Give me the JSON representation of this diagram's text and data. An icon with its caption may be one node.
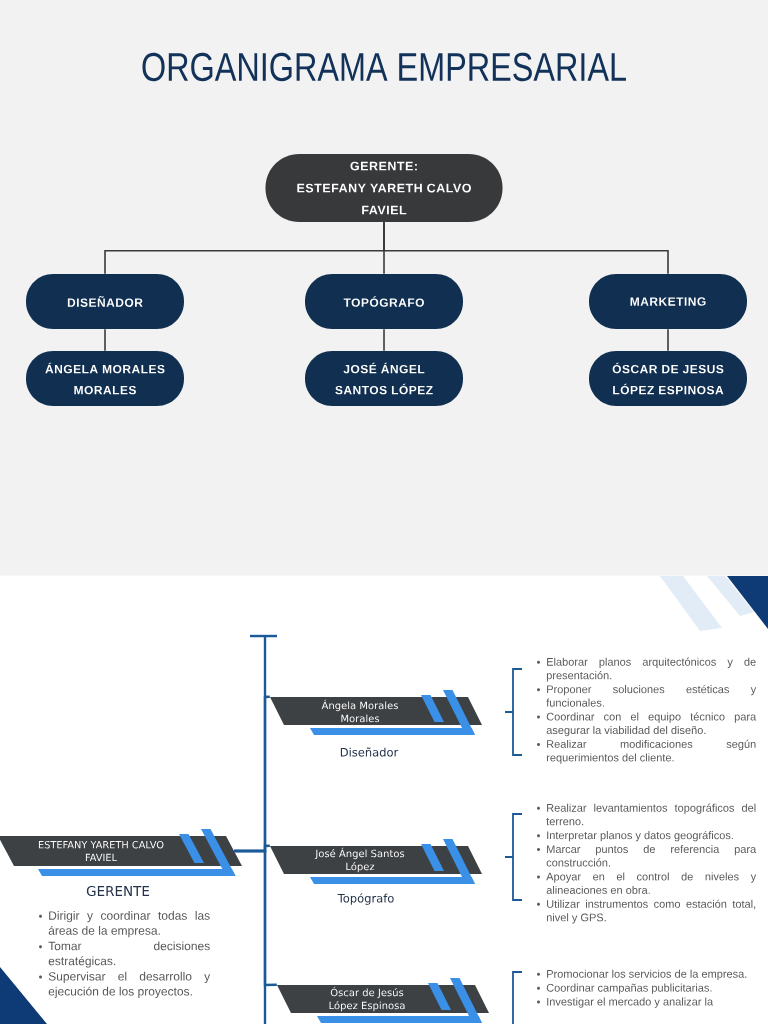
{
  "diagram": {
    "title": "ORGANIGRAMA EMPRESARIAL",
    "nodes": [
      {
        "text": [
          "GERENTE:",
          "ESTEFANY YARETH CALVO FAVIEL"
        ]
      },
      {
        "text": [
          "DISEÑADOR"
        ]
      },
      {
        "text": [
          "TOPÓGRAFO"
        ]
      },
      {
        "text": [
          "MARKETING"
        ]
      },
      {
        "text": [
          "ÁNGELA MORALES MORALES"
        ]
      },
      {
        "text": [
          "JOSÉ ÁNGEL SANTOS LÓPEZ"
        ]
      },
      {
        "text": [
          "ÓSCAR DE JESUS LÓPEZ ESPINOSA"
        ]
      },
      {
        "text": [
          "ESTEFANY YARETH CALVO FAVIEL"
        ],
        "beside": [
          "GERENTE",
          "Dirigir y coordinar todas las áreas de la empresa.",
          "Tomar decisiones estratégicas.",
          "Supervisar el desarrollo y ejecución de los proyectos."
        ]
      },
      {
        "text": [
          "Ángela Morales Morales"
        ],
        "beside": [
          "Diseñador",
          "Elaborar planos arquitectónicos y de presentación.",
          "Proponer soluciones estéticas y funcionales.",
          "Coordinar con el equipo técnico para asegurar la viabilidad del diseño.",
          "Realizar modificaciones según requerimientos del cliente."
        ]
      },
      {
        "text": [
          "José Ángel Santos López"
        ],
        "beside": [
          "Topógrafo",
          "Realizar levantamientos topográficos del terreno.",
          "Interpretar planos y datos geográficos.",
          "Marcar puntos de referencia para construcción.",
          "Apoyar en el control de niveles y alineaciones en obra.",
          "Utilizar instrumentos como estación total, nivel y GPS."
        ]
      },
      {
        "text": [
          "Óscar de Jesús López Espinosa"
        ],
        "beside": [
          "Promocionar los servicios de la empresa.",
          "Coordinar campañas publicitarias.",
          "Investigar el mercado y analizar la"
        ]
      }
    ],
    "edges": [
      {
        "from": 0,
        "to": 1,
        "arrow": "none"
      },
      {
        "from": 0,
        "to": 2,
        "arrow": "none"
      },
      {
        "from": 0,
        "to": 3,
        "arrow": "none"
      },
      {
        "from": 1,
        "to": 4,
        "arrow": "none"
      },
      {
        "from": 2,
        "to": 5,
        "arrow": "none"
      },
      {
        "from": 3,
        "to": 6,
        "arrow": "none"
      },
      {
        "from": 7,
        "to": 8,
        "arrow": "none",
        "color": "#1b5a96"
      },
      {
        "from": 7,
        "to": 9,
        "arrow": "none",
        "color": "#1b5a96"
      },
      {
        "from": 7,
        "to": 10,
        "arrow": "none",
        "color": "#1b5a96"
      }
    ]
  }
}
